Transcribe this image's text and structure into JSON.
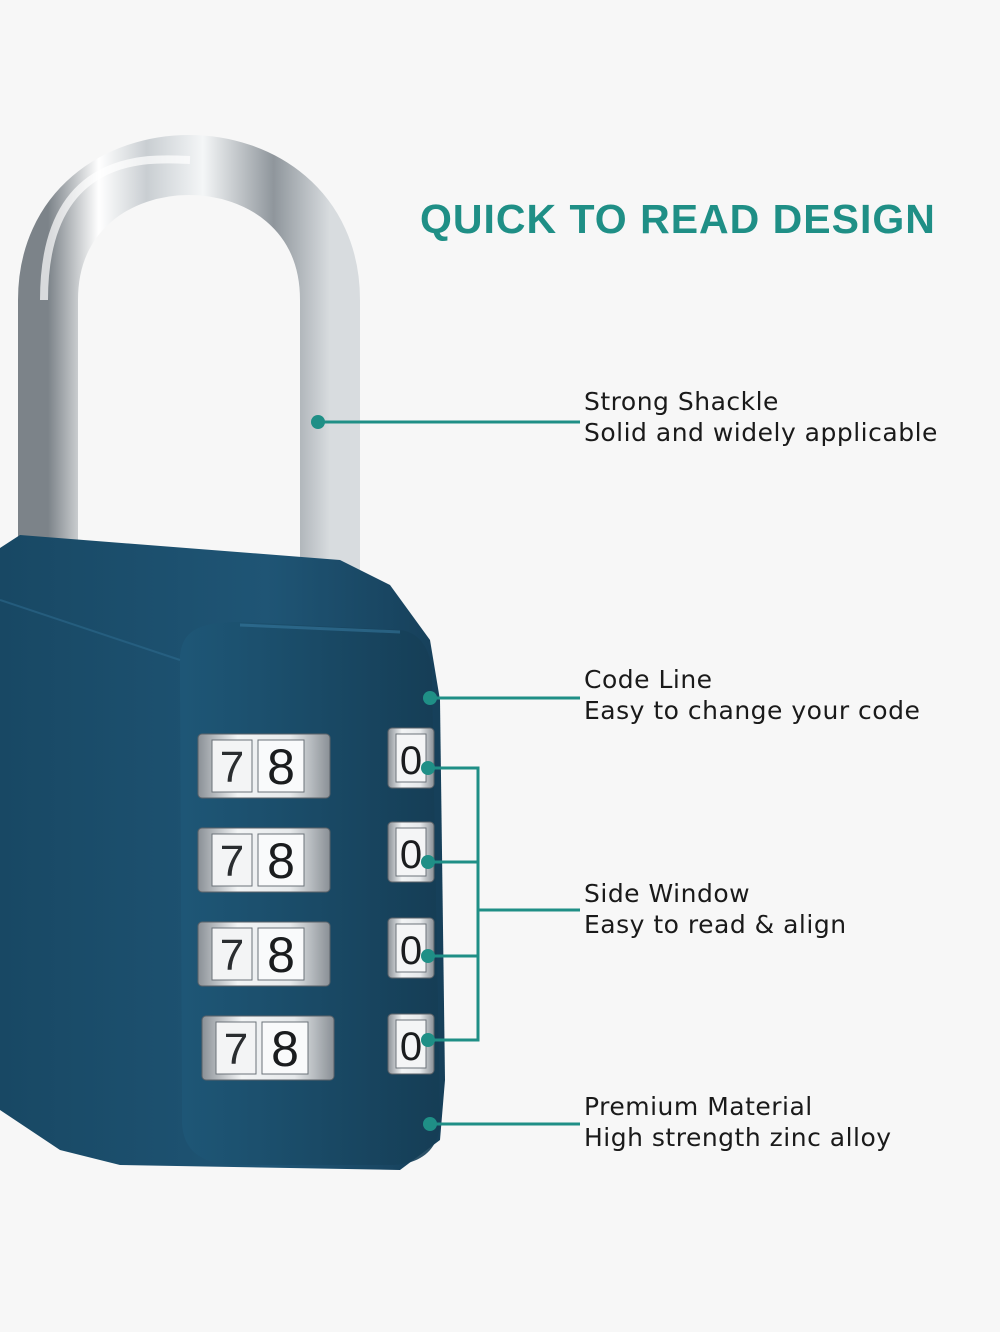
{
  "headline": "QUICK TO READ DESIGN",
  "accent_color": "#1f8f86",
  "lock_body_color": "#1d5170",
  "wheel_digits": [
    "7",
    "8",
    "0"
  ],
  "callouts": [
    {
      "title": "Strong Shackle",
      "desc": "Solid and widely applicable"
    },
    {
      "title": "Code Line",
      "desc": "Easy to change your code"
    },
    {
      "title": "Side Window",
      "desc": "Easy to read & align"
    },
    {
      "title": "Premium Material",
      "desc": "High strength zinc alloy"
    }
  ]
}
